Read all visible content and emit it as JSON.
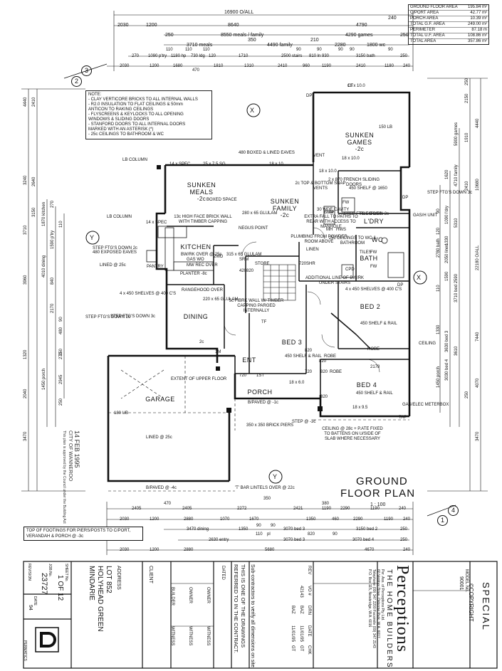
{
  "area_table": [
    {
      "label": "GROUND FLOOR AREA",
      "value": "195.84 m²"
    },
    {
      "label": "C/PORT AREA",
      "value": "42.77 m²"
    },
    {
      "label": "PORCH AREA",
      "value": "10.39 m²"
    },
    {
      "label": "TOTAL G.F. AREA",
      "value": "249.00 m²"
    },
    {
      "label": "PERIMETER",
      "value": "87.18 m"
    },
    {
      "label": "TOTAL U.F. AREA",
      "value": "108.86 m²"
    },
    {
      "label": "TOTAL AREA",
      "value": "357.86 m²"
    }
  ],
  "dimensions_top": {
    "overall": "16900 O/ALL",
    "row1": [
      "2030",
      "1200",
      "8640",
      "4790",
      "240"
    ],
    "row2": [
      "8550 meals / family",
      "4290 games",
      "250",
      "250",
      "350"
    ],
    "row3": [
      "3710 meals",
      "4490 family",
      "2280",
      "1800 wc",
      "210"
    ],
    "row4": [
      "270",
      "1090 p'try",
      "1180 hp",
      "730 ldg",
      "120",
      "1710",
      "2500 stairs",
      "810 ln",
      "930",
      "3150 bath",
      "250"
    ],
    "row5": [
      "2030",
      "1200",
      "1680",
      "1810",
      "1310",
      "2410",
      "960",
      "1190",
      "2410",
      "1180",
      "240"
    ],
    "small": [
      "110",
      "110",
      "110",
      "90",
      "90",
      "90",
      "90",
      "90",
      "470"
    ]
  },
  "dimensions_bottom": {
    "row1": [
      "2405",
      "2405",
      "2272",
      "2421",
      "2290",
      "1190",
      "240"
    ],
    "row2": [
      "2030",
      "1200",
      "2880",
      "1070",
      "1670",
      "1350",
      "460",
      "1190",
      "2290",
      "1190",
      "240"
    ],
    "row3": [
      "3470 dining",
      "1350",
      "3070 bed 3",
      "3150 bed 2",
      "250"
    ],
    "row4": [
      "2630 entry",
      "3070 bed 3",
      "3070 bed 4",
      "250"
    ],
    "overall": [
      "2030",
      "1200",
      "2880",
      "5680",
      "4670",
      "240"
    ],
    "small": [
      "470",
      "350",
      "380",
      "820",
      "110",
      "90",
      "90",
      "90",
      "pl"
    ]
  },
  "dimensions_left": [
    "4440",
    "3240",
    "3710",
    "3960",
    "1320",
    "2040",
    "3470",
    "2410",
    "2640",
    "3150",
    "4010 dining",
    "1870 kitchen",
    "1590 p'try",
    "1450 porch",
    "2170",
    "840",
    "270",
    "110",
    "250",
    "90",
    "480",
    "270",
    "2945",
    "250"
  ],
  "dimensions_right": [
    "4440",
    "10680",
    "22180 O/ALL",
    "7440",
    "4070",
    "3470",
    "2150",
    "1910",
    "2410",
    "5900 games",
    "4710 family",
    "1620",
    "1330",
    "1090 l'dry",
    "5310",
    "3710 bed 2",
    "1590",
    "2050 linen",
    "3610",
    "3630 bed 3",
    "3030 bed 4",
    "2780 bath",
    "1450 porch",
    "1330",
    "590",
    "250",
    "90",
    "120",
    "110",
    "250"
  ],
  "notes": {
    "title": "NOTE:",
    "items": [
      "- CLAY VERTICORE BRICKS TO ALL INTERNAL WALLS",
      "- R2.0 INSULATION TO FLAT CEILINGS & 50mm",
      "  ANTICON TO RAKING CEILINGS",
      "- FLYSCREENS & KEYLOCKS TO ALL OPENING",
      "  WINDOWS & SLIDING DOORS",
      "- STANFORD DOORS TO ALL INTERNAL DOORS",
      "  MARKED WITH AN ASTERISK (*)",
      "- 25c CEILINGS TO BATHROOM & WC"
    ]
  },
  "rooms": {
    "games": {
      "name": "SUNKEN",
      "name2": "GAMES",
      "sub": "-2c"
    },
    "meals": {
      "name": "SUNKEN",
      "name2": "MEALS",
      "sub": "-2c"
    },
    "family": {
      "name": "SUNKEN",
      "name2": "FAMILY",
      "sub": "-2c"
    },
    "kitchen": {
      "name": "KITCHEN"
    },
    "dining": {
      "name": "DINING"
    },
    "laundry": {
      "name": "L'DRY"
    },
    "wc": {
      "name": "WC"
    },
    "bath": {
      "name": "BATH"
    },
    "bed2": {
      "name": "BED 2"
    },
    "bed3": {
      "name": "BED 3"
    },
    "bed4": {
      "name": "BED 4"
    },
    "ent": {
      "name": "ENT"
    },
    "porch": {
      "name": "PORCH"
    },
    "garage": {
      "name": "GARAGE"
    },
    "store": {
      "name": "STORE"
    },
    "pantry": {
      "name": "PANTRY"
    }
  },
  "annotations": [
    "18 x 10.0",
    "150 LB",
    "18 x 10.0",
    "18 x 10.0",
    "480 BOXED & LINED EAVES",
    "18 x 10",
    "2c TOP & BOTTOM SNAP VENTS",
    "2 x 870 FRENCH SLIDING DOORS",
    "450 SHELF @ 1650",
    "LB COLUMN",
    "14 x SPEC",
    "25 x 7.5 SG",
    "280 x 65 GLULAM",
    "13c HIGH FACE BRICK WALL WITH TIMBER CAPPING",
    "NEGUS POINT",
    "PLUMBING FROM POWDER ROOM ABOVE",
    "25c CEILINGS TO WC & BATHROOM",
    "LB COLUMN",
    "14 x SPEC",
    "STEP FTG'S DOWN 2c",
    "BW/RK OVER @ 25c",
    "LINED @ 25c",
    "MW REC OVER",
    "GAS WO",
    "RANGEHOOD OVER",
    "4 x 450 SHELVES @ 400 C'S",
    "STEP FTG'S DOWN 3c",
    "315 x 65 GLULAM",
    "220 x 65 GLULAM",
    "5c FIBRK WALL W/ TIMBER CAPPING PARGED INTERNALLY",
    "ADDITIONAL LINE OF BW/RK UNDER STAIRS",
    "4 x 450 SHELVES @ 400 C'S",
    "450 SHELF & RAIL",
    "450 SHELF & RAIL",
    "450 SHELF & RAIL",
    "ROBE",
    "ROBE",
    "ROBE",
    "2178",
    "B/PAVED @ -1c",
    "18 x 6.0",
    "18 x 9.5",
    "GAS/ELEC METERBOX",
    "STEP @ -3c",
    "350 x 350 BRICK PIERS",
    "CEILING @ 28c + P.ATE FIXED TO BATTENS ON U/SIDE OF SLAB WHERE NECESSARY",
    "EXTENT OF UPPER FLOOR",
    "180 UB",
    "LINED @ 25c",
    "B/PAVED @ -4c",
    "'T' BAR LINTELS OVER @ 22c",
    "480 EXPOSED EAVES",
    "STEP FTG'S DOWN 3c",
    "STEP FTG'S DOWN 2c",
    "STEP FTG'S DOWN 2c",
    "TILES",
    "TILES",
    "TILES",
    "FW",
    "FW",
    "FW",
    "BRM",
    "CPD",
    "SHR",
    "LINEN",
    "VENT",
    "DP",
    "DP",
    "DP",
    "TAP",
    "TAP",
    "MH",
    "HWS",
    "2WD",
    "SRM",
    "420",
    "820",
    "720",
    "820",
    "720",
    "820",
    "820",
    "820",
    "720",
    "1ST",
    "TF",
    "PLANTER -8c",
    "BOXED SPACE",
    "CEILING",
    "GAS/H UNIT",
    "EXTRA FALL TO PATHS TO REAR WITH ACCESS TO MANHOLE",
    "30 WDE CAVITY",
    "2c",
    "1M",
    "CT"
  ],
  "plan_title": {
    "line1": "GROUND",
    "line2": "FLOOR  PLAN",
    "scale": "1 : 100"
  },
  "section_markers": [
    "2",
    "3",
    "1",
    "4"
  ],
  "axis_markers": [
    "X",
    "Y",
    "X",
    "Y"
  ],
  "footing_note": "TOP OF FOOTINGS FOR PIERS/POSTS TO C/PORT, VERANDAH & PORCH @ -3c",
  "stamp": {
    "line1": "14 FEB 1995",
    "line2": "CITY OF WANNEROO",
    "line3": "This plan is approved by the Council under the Building Act"
  },
  "title_block": {
    "special": "SPECIAL",
    "copyright": "©COPYRIGHT",
    "model_label": "MODEL No.",
    "model_no": "90001",
    "company": "Perceptions",
    "tagline": "THE HOME BUILDERS",
    "company_detail1": "Per. Ass. of Perceptions Pty. Ltd.",
    "company_detail2": "60 Ventnor Drive, Osborne Park, W.A. 6017",
    "company_detail3": "Telephone (09) 347 2200 Facsimile (09) 347 2143",
    "company_detail4": "P.O. Box 115, Newbridge, W.A. 6016",
    "rev_headers": [
      "REV",
      "VO #",
      "DRN",
      "DATE",
      "CHK"
    ],
    "rev_rows": [
      [
        "",
        "42143",
        "BAZ",
        "11/01/95",
        "GT"
      ],
      [
        "",
        "",
        "BAZ",
        "11/01/95",
        "GT"
      ]
    ],
    "subcontractors": "Sub-contractors to verify all dimensions on site.",
    "drawing_note1": "THIS IS ONE OF THE DRAWINGS",
    "drawing_note2": "REFERRED TO IN THE CONTRACT.",
    "dated": "DATED",
    "owner": "OWNER",
    "witness": "WITNESS",
    "builder": "BUILDER",
    "client_label": "CLIENT",
    "address_label": "ADDRESS",
    "address1": "LOT 852",
    "address2": "HOLYHEAD GREEN",
    "address3": "MINDARIE",
    "sheet_label": "SHEET No.",
    "sheet": "1  OF  12",
    "job_label": "JOB No.",
    "job": "23727",
    "date_label": "DATE",
    "date": "94",
    "revision_label": "REVISION",
    "logo_caption": "PERMATICS"
  }
}
